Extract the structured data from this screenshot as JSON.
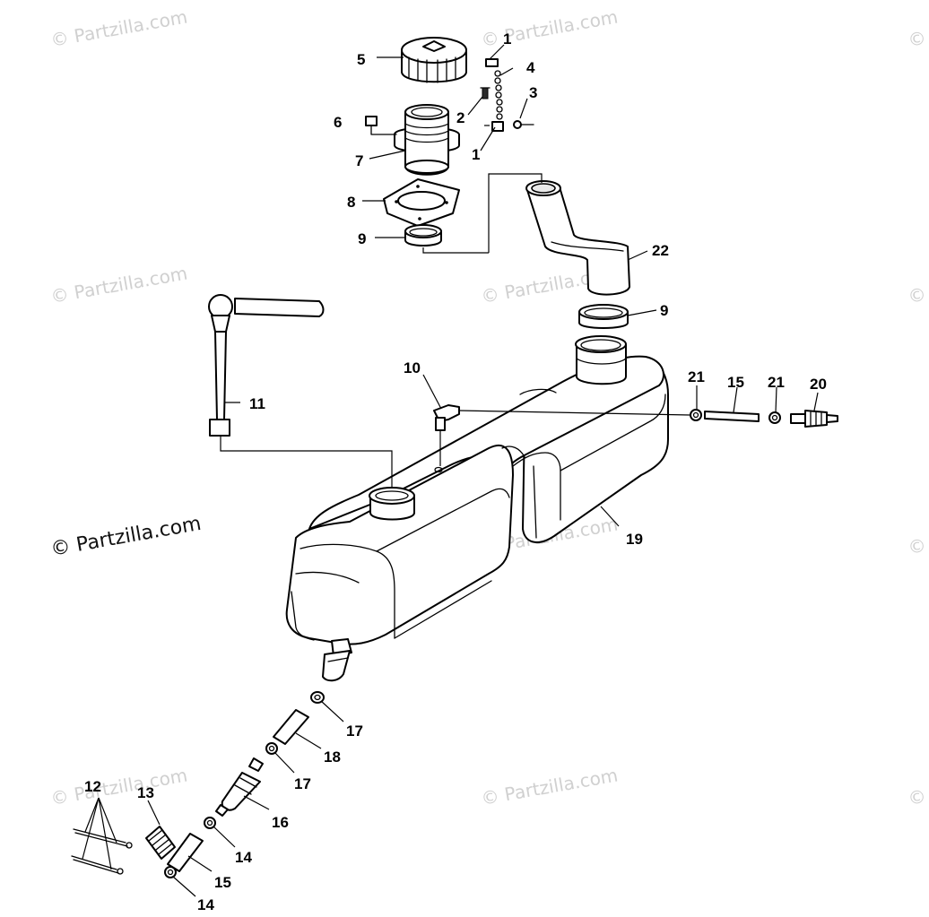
{
  "copyright_text": "© Partzilla.com",
  "watermark_text": "© Partzilla.com",
  "callouts": {
    "c1a": "1",
    "c1b": "1",
    "c2": "2",
    "c3": "3",
    "c4": "4",
    "c5": "5",
    "c6": "6",
    "c7": "7",
    "c8": "8",
    "c9a": "9",
    "c9b": "9",
    "c10": "10",
    "c11": "11",
    "c12": "12",
    "c13": "13",
    "c14a": "14",
    "c14b": "14",
    "c15a": "15",
    "c15b": "15",
    "c16": "16",
    "c17a": "17",
    "c17b": "17",
    "c18": "18",
    "c19": "19",
    "c20": "20",
    "c21a": "21",
    "c21b": "21",
    "c22": "22"
  }
}
